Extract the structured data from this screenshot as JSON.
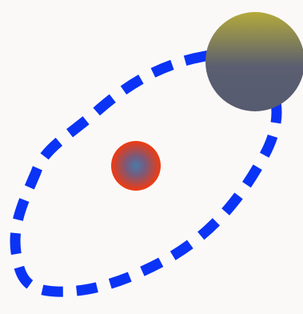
{
  "scene": {
    "background_color": "#fbf9f8",
    "orbit": {
      "shape": "closed-loop",
      "style": "dashed",
      "color": "#0a33f5"
    },
    "ball": {
      "shape": "circle",
      "gradient_center_color": "#4a7aa8",
      "gradient_edge_color": "#f03a10"
    },
    "planet": {
      "shape": "circle",
      "gradient_top_color": "#b4aa3a",
      "gradient_bottom_color": "#5a5e70"
    }
  }
}
